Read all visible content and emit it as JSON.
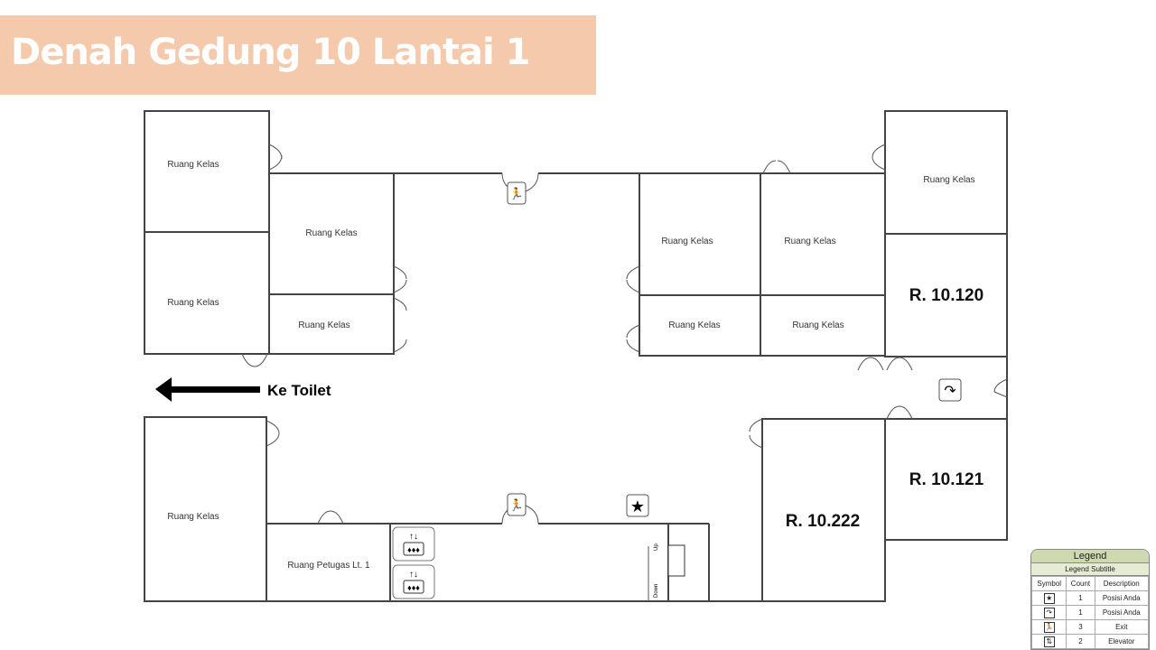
{
  "header": {
    "title": "Denah Gedung 10 Lantai 1"
  },
  "rooms": {
    "classroom": "Ruang Kelas",
    "r10120": "R. 10.120",
    "r10121": "R. 10.121",
    "r10222": "R. 10.222",
    "officer": "Ruang Petugas Lt. 1"
  },
  "direction": {
    "toilet": "Ke Toilet"
  },
  "stairs": {
    "up": "Up",
    "down": "Down"
  },
  "legend": {
    "title": "Legend",
    "subtitle": "Legend Subtitle",
    "columns": [
      "Symbol",
      "Count",
      "Description"
    ],
    "rows": [
      {
        "symbol": "★",
        "icon": "star",
        "count": "1",
        "description": "Posisi Anda"
      },
      {
        "symbol": "↷",
        "icon": "curved-arrow",
        "count": "1",
        "description": "Posisi Anda"
      },
      {
        "symbol": "🏃",
        "icon": "exit",
        "count": "3",
        "description": "Exit"
      },
      {
        "symbol": "⇅",
        "icon": "elevator",
        "count": "2",
        "description": "Elevator"
      }
    ]
  }
}
